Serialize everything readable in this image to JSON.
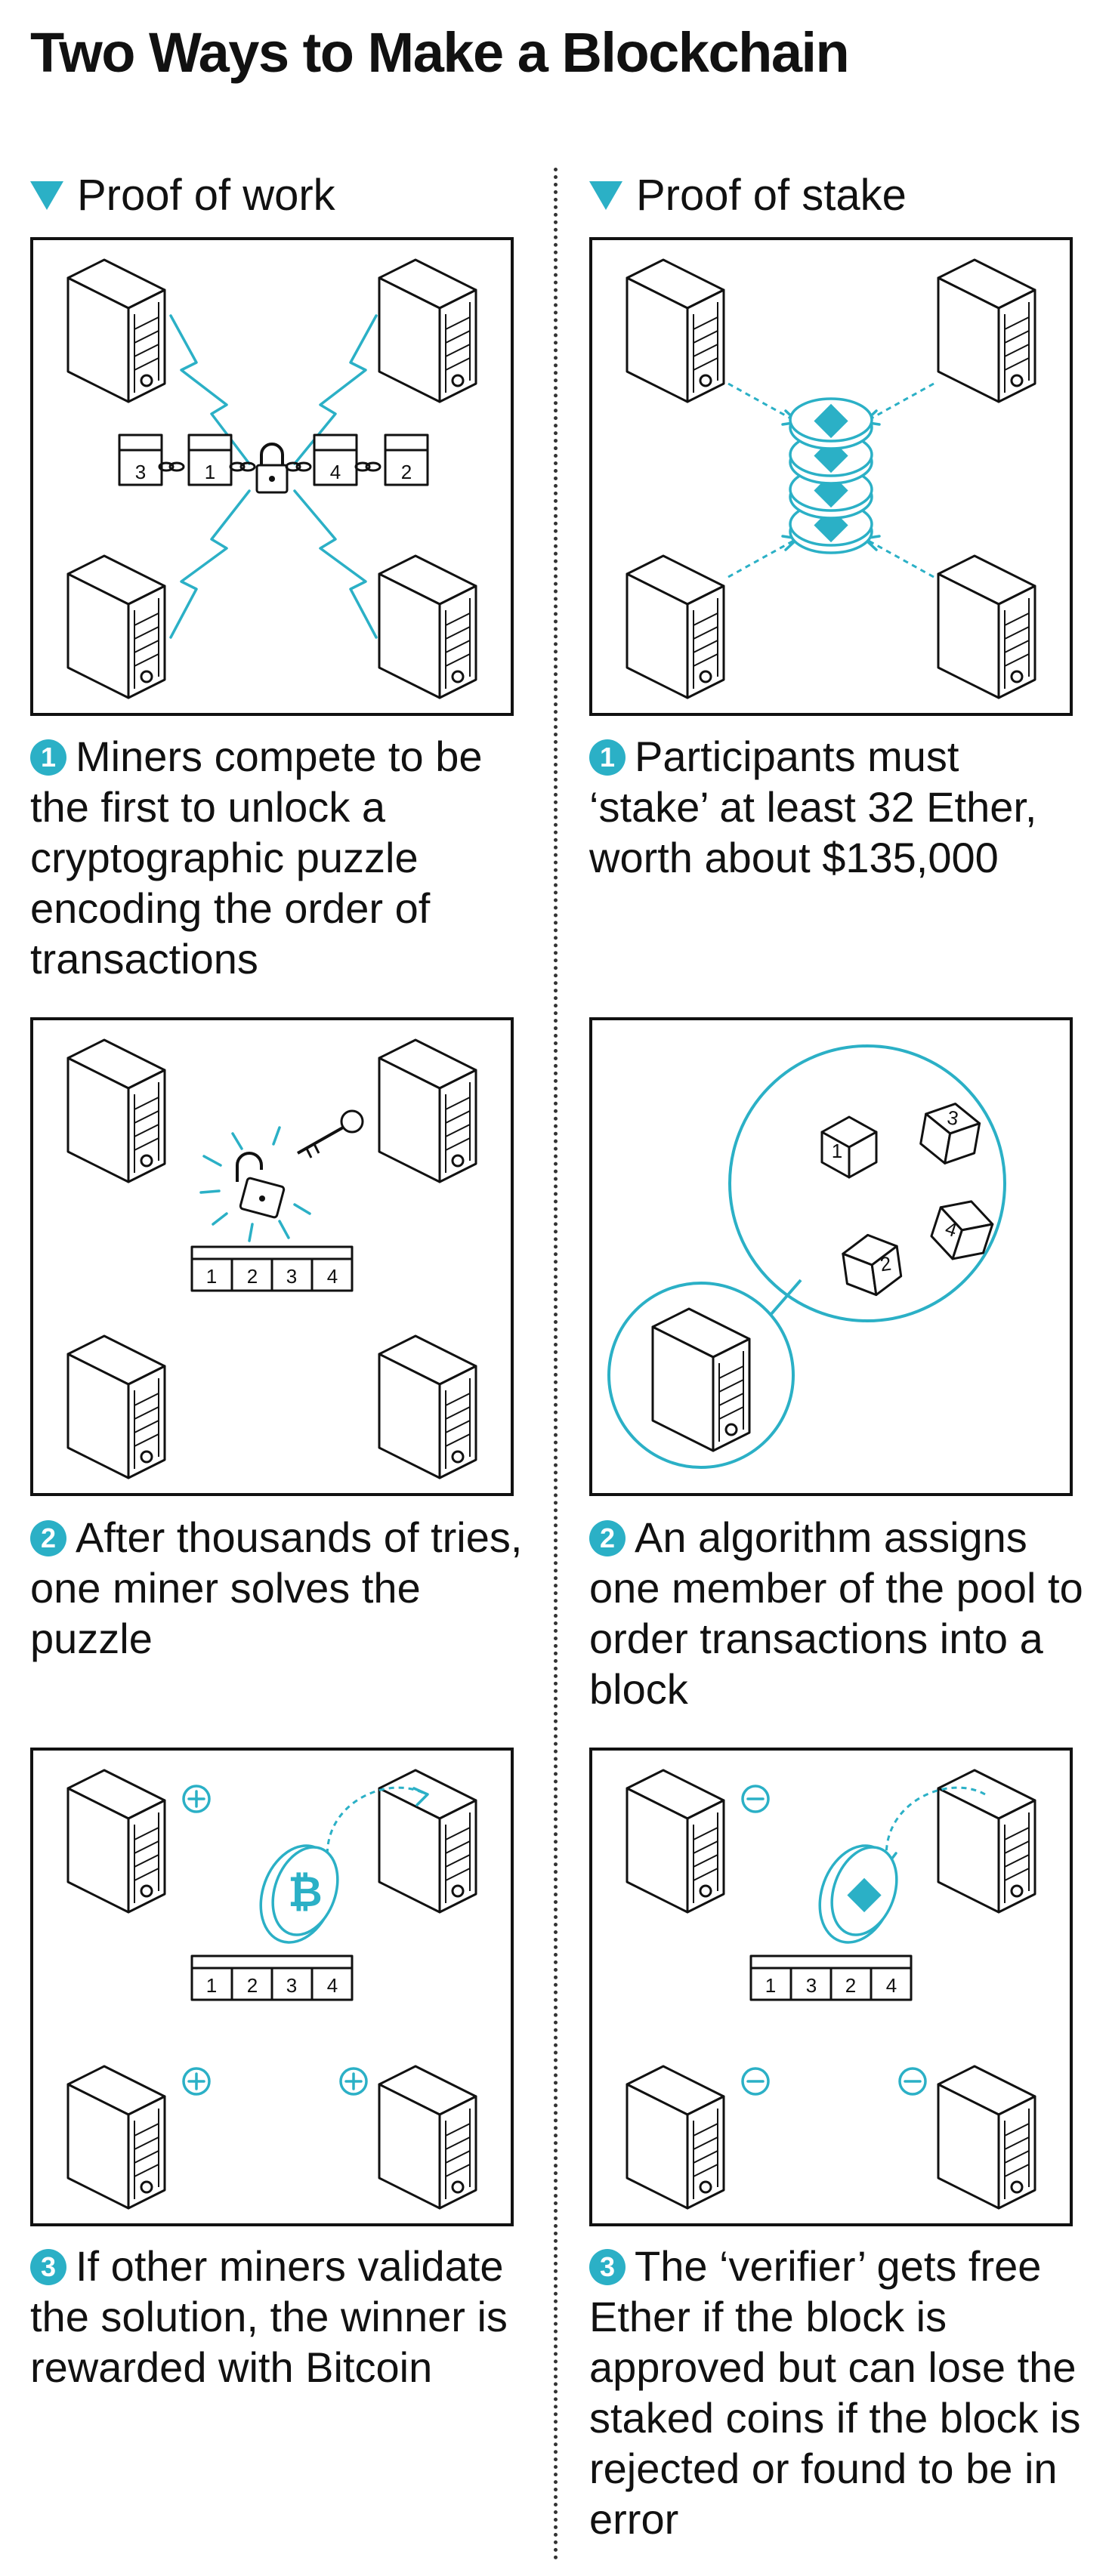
{
  "title": "Two Ways to Make a Blockchain",
  "colors": {
    "accent": "#2bb0c6",
    "ink": "#111111"
  },
  "columns": [
    {
      "heading": "Proof of work",
      "steps": [
        {
          "number": "1",
          "text": "Miners compete to be the first to unlock a cryptographic puzzle encoding the order of transactions",
          "blocks": [
            "3",
            "1",
            "4",
            "2"
          ]
        },
        {
          "number": "2",
          "text": "After thousands of tries, one miner solves the puzzle",
          "blocks": [
            "1",
            "2",
            "3",
            "4"
          ]
        },
        {
          "number": "3",
          "text": "If other miners validate the solution, the winner is rewarded with Bitcoin",
          "blocks": [
            "1",
            "2",
            "3",
            "4"
          ],
          "coin_symbol": "₿"
        }
      ]
    },
    {
      "heading": "Proof of stake",
      "steps": [
        {
          "number": "1",
          "text": "Participants must ‘stake’ at least 32 Ether, worth about $135,000",
          "coin_symbol": "◆"
        },
        {
          "number": "2",
          "text": "An algorithm assigns one member of the pool to order transactions into a block",
          "dice": [
            "1",
            "3",
            "2",
            "4"
          ]
        },
        {
          "number": "3",
          "text": "The ‘verifier’ gets free Ether if the block is approved but can lose the staked coins if the block is rejected or found to be in error",
          "blocks": [
            "1",
            "3",
            "2",
            "4"
          ],
          "coin_symbol": "◆"
        }
      ]
    }
  ]
}
